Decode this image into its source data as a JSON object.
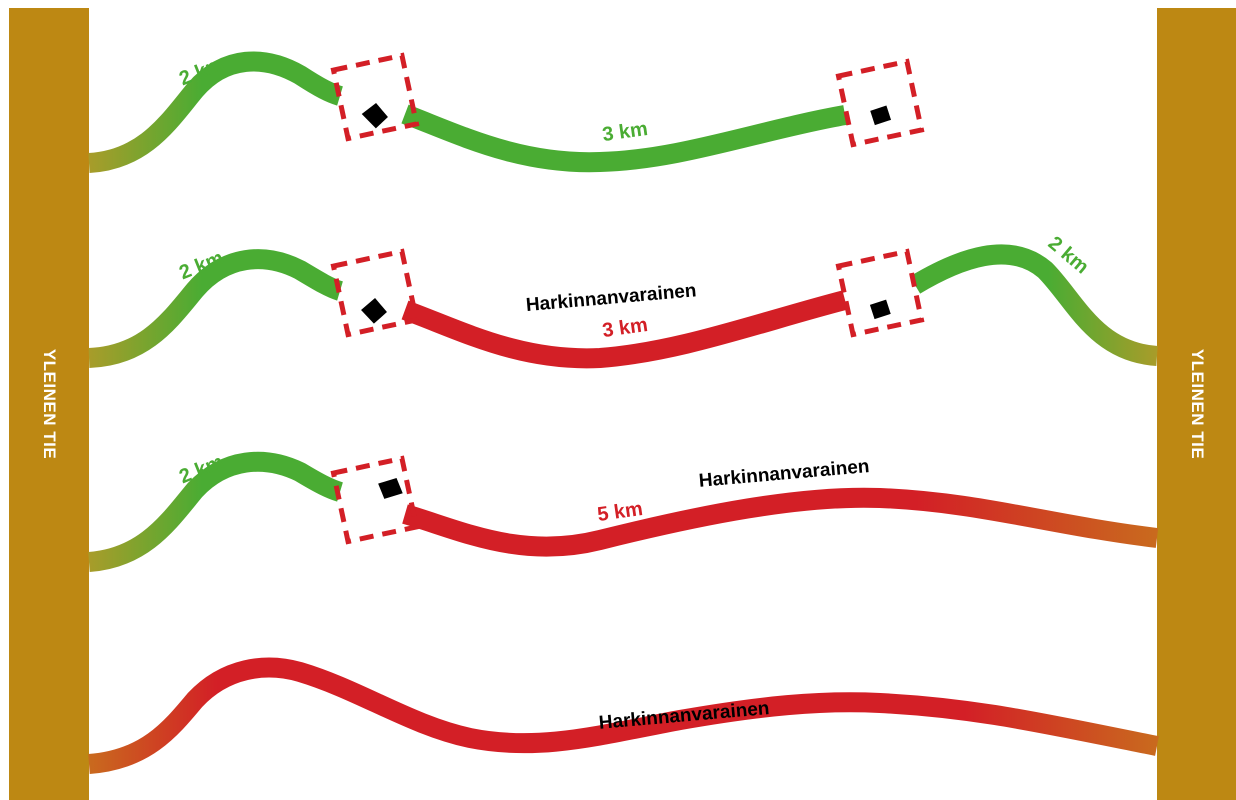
{
  "colors": {
    "road": "#bd8813",
    "green": "#4aac33",
    "red": "#d31f26",
    "olive": "#9aa030",
    "black": "#000000",
    "white": "#ffffff"
  },
  "road_label": "YLEINEN TIE",
  "rows": [
    {
      "id": "row-1",
      "labels": {
        "left_distance": "2 km",
        "middle_distance": "3 km"
      }
    },
    {
      "id": "row-2",
      "labels": {
        "left_distance": "2 km",
        "middle_distance": "3 km",
        "right_distance": "2 km",
        "discretionary": "Harkinnanvarainen"
      }
    },
    {
      "id": "row-3",
      "labels": {
        "left_distance": "2 km",
        "middle_distance": "5 km",
        "discretionary": "Harkinnanvarainen"
      }
    },
    {
      "id": "row-4",
      "labels": {
        "discretionary": "Harkinnanvarainen"
      }
    }
  ]
}
